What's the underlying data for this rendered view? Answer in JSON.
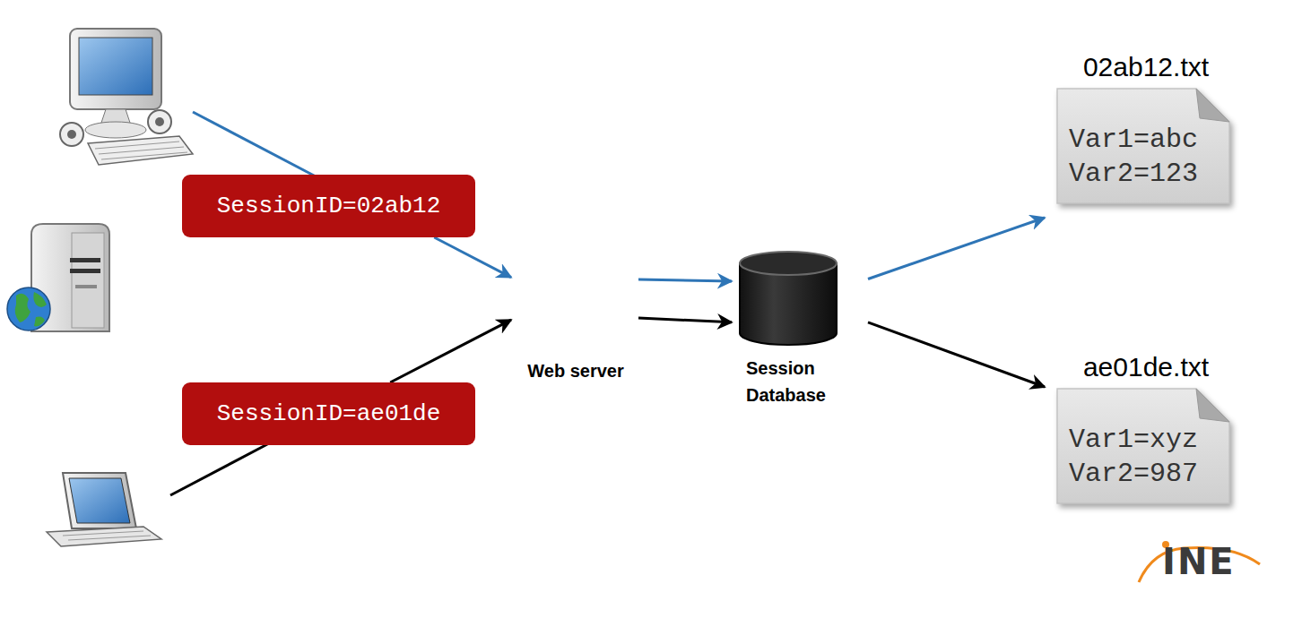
{
  "diagram": {
    "nodes": [
      {
        "text": [
          "SessionID=02ab12"
        ]
      },
      {
        "text": [
          "SessionID=ae01de"
        ]
      },
      {
        "text": [
          "Web server"
        ]
      },
      {
        "text": [
          "Session Database"
        ]
      },
      {
        "text": [
          "02ab12.txt",
          "Var1=abc Var2=123"
        ]
      },
      {
        "text": [
          "ae01de.txt",
          "Var1=xyz Var2=987"
        ]
      }
    ],
    "edges": [
      {
        "from": 0,
        "to": 2,
        "arrow": "to"
      },
      {
        "from": 1,
        "to": 2,
        "arrow": "to"
      },
      {
        "from": 2,
        "to": 3,
        "arrow": "to"
      },
      {
        "from": 2,
        "to": 3,
        "arrow": "to"
      },
      {
        "from": 3,
        "to": 4,
        "arrow": "to"
      },
      {
        "from": 3,
        "to": 5,
        "arrow": "to"
      }
    ],
    "labels": [
      "INE"
    ]
  }
}
